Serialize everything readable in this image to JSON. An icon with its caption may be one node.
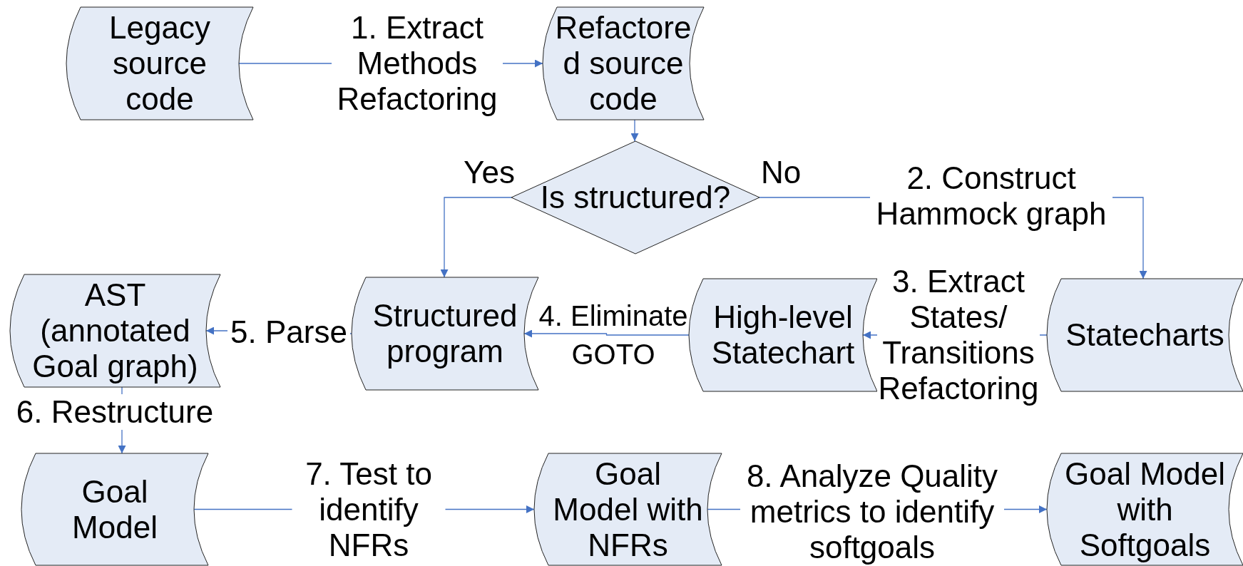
{
  "diagram": {
    "nodes": [
      {
        "text": [
          "Legacy source code"
        ]
      },
      {
        "text": [
          "Refactore d source code"
        ]
      },
      {
        "text": [
          "Is structured?"
        ]
      },
      {
        "text": [
          "Structured program"
        ]
      },
      {
        "text": [
          "High-level Statechart"
        ]
      },
      {
        "text": [
          "Statecharts"
        ]
      },
      {
        "text": [
          "AST (annotated Goal graph)"
        ]
      },
      {
        "text": [
          "Goal Model"
        ]
      },
      {
        "text": [
          "Goal Model with NFRs"
        ]
      },
      {
        "text": [
          "Goal Model with Softgoals"
        ]
      }
    ],
    "edges": [
      {
        "from": 0,
        "to": 1,
        "arrow": "to",
        "label": "1. Extract Methods Refactoring"
      },
      {
        "from": 1,
        "to": 2,
        "arrow": "to"
      },
      {
        "from": 2,
        "to": 3,
        "arrow": "to"
      },
      {
        "from": 2,
        "to": 5,
        "arrow": "to",
        "label": "2. Construct Hammock graph"
      },
      {
        "from": 5,
        "to": 4,
        "arrow": "to",
        "label": "3. Extract States/ Transitions Refactoring"
      },
      {
        "from": 4,
        "to": 3,
        "arrow": "to",
        "label": "4. Eliminate GOTO"
      },
      {
        "from": 3,
        "to": 6,
        "arrow": "to",
        "label": "5. Parse"
      },
      {
        "from": 6,
        "to": 7,
        "arrow": "to",
        "label": "6. Restructure"
      },
      {
        "from": 7,
        "to": 8,
        "arrow": "to",
        "label": "7. Test to identify NFRs"
      },
      {
        "from": 8,
        "to": 9,
        "arrow": "to",
        "label": "8. Analyze Quality metrics to identify softgoals"
      }
    ],
    "labels": [
      "Yes",
      "No"
    ]
  }
}
